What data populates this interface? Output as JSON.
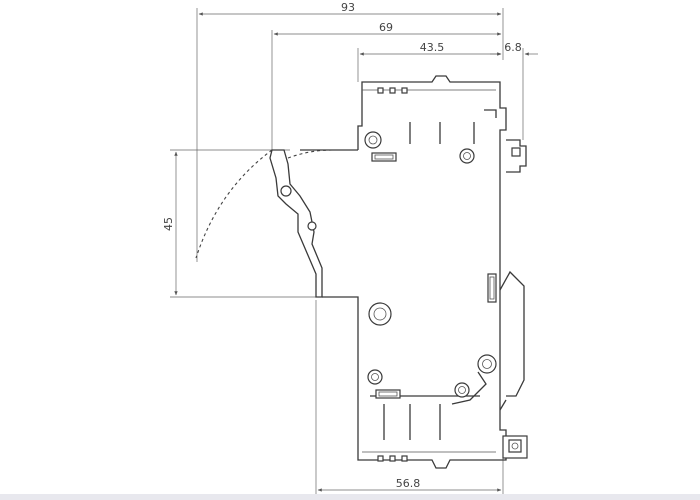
{
  "dimensions": {
    "overall_width": "93",
    "lever_width": "69",
    "body_width": "43.5",
    "rail_clip": "6.8",
    "lever_height": "45",
    "base_width": "56.8"
  }
}
